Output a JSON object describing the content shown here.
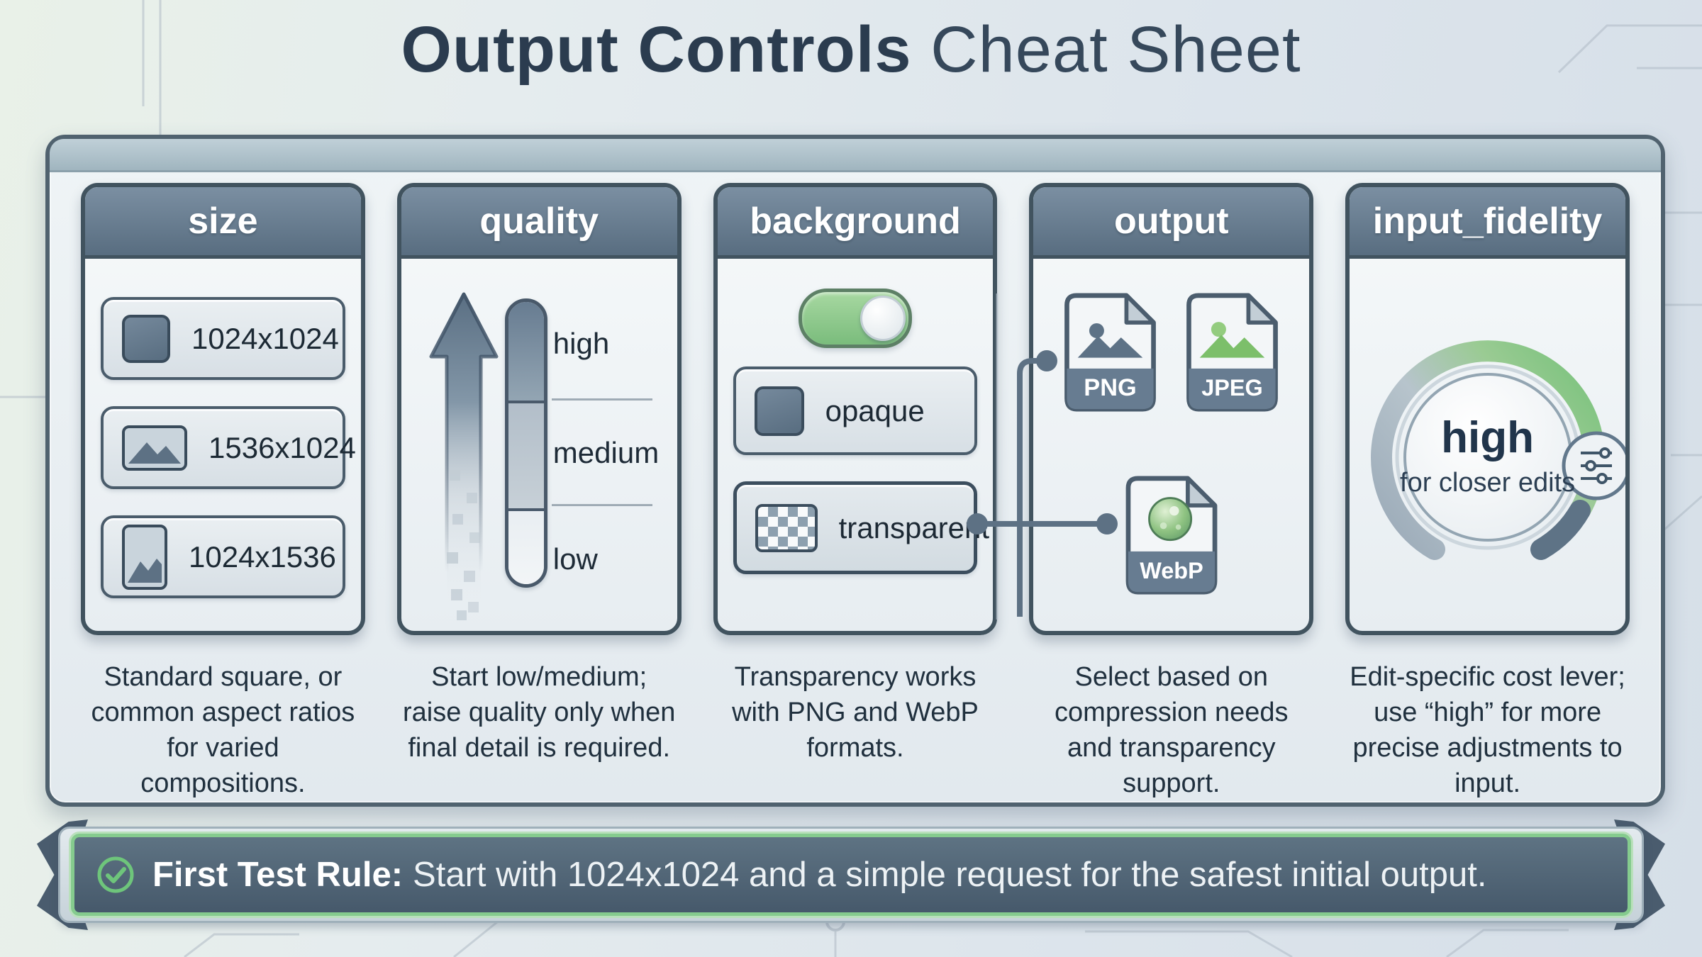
{
  "title": {
    "bold": "Output Controls",
    "regular": "Cheat Sheet"
  },
  "columns": [
    {
      "header": "size",
      "caption": "Standard square, or common aspect ratios for varied compositions.",
      "rows": [
        {
          "icon": "square-aspect-icon",
          "label": "1024x1024"
        },
        {
          "icon": "landscape-aspect-icon",
          "label": "1536x1024"
        },
        {
          "icon": "portrait-aspect-icon",
          "label": "1024x1536"
        }
      ]
    },
    {
      "header": "quality",
      "caption": "Start low/medium; raise quality only when final detail is required.",
      "levels": [
        "high",
        "medium",
        "low"
      ]
    },
    {
      "header": "background",
      "caption": "Transparency works with PNG and WebP formats.",
      "toggle_state": "on",
      "options": [
        {
          "icon": "opaque-swatch-icon",
          "label": "opaque"
        },
        {
          "icon": "transparent-checker-icon",
          "label": "transparent"
        }
      ]
    },
    {
      "header": "output",
      "caption": "Select based on compression needs and transparency support.",
      "formats": [
        "PNG",
        "JPEG",
        "WebP"
      ]
    },
    {
      "header": "input_fidelity",
      "caption": "Edit-specific cost lever; use “high” for more precise adjustments to input.",
      "dial": {
        "value": "high",
        "subtext": "for closer edits"
      }
    }
  ],
  "banner": {
    "label": "First Test Rule:",
    "text": "Start with 1024x1024 and a simple request for the safest initial output."
  },
  "colors": {
    "accent_green": "#7dc37f",
    "slate": "#5d7286",
    "panel_border": "#50626f",
    "banner_bg": "#46596b",
    "text_dark": "#20303e"
  }
}
